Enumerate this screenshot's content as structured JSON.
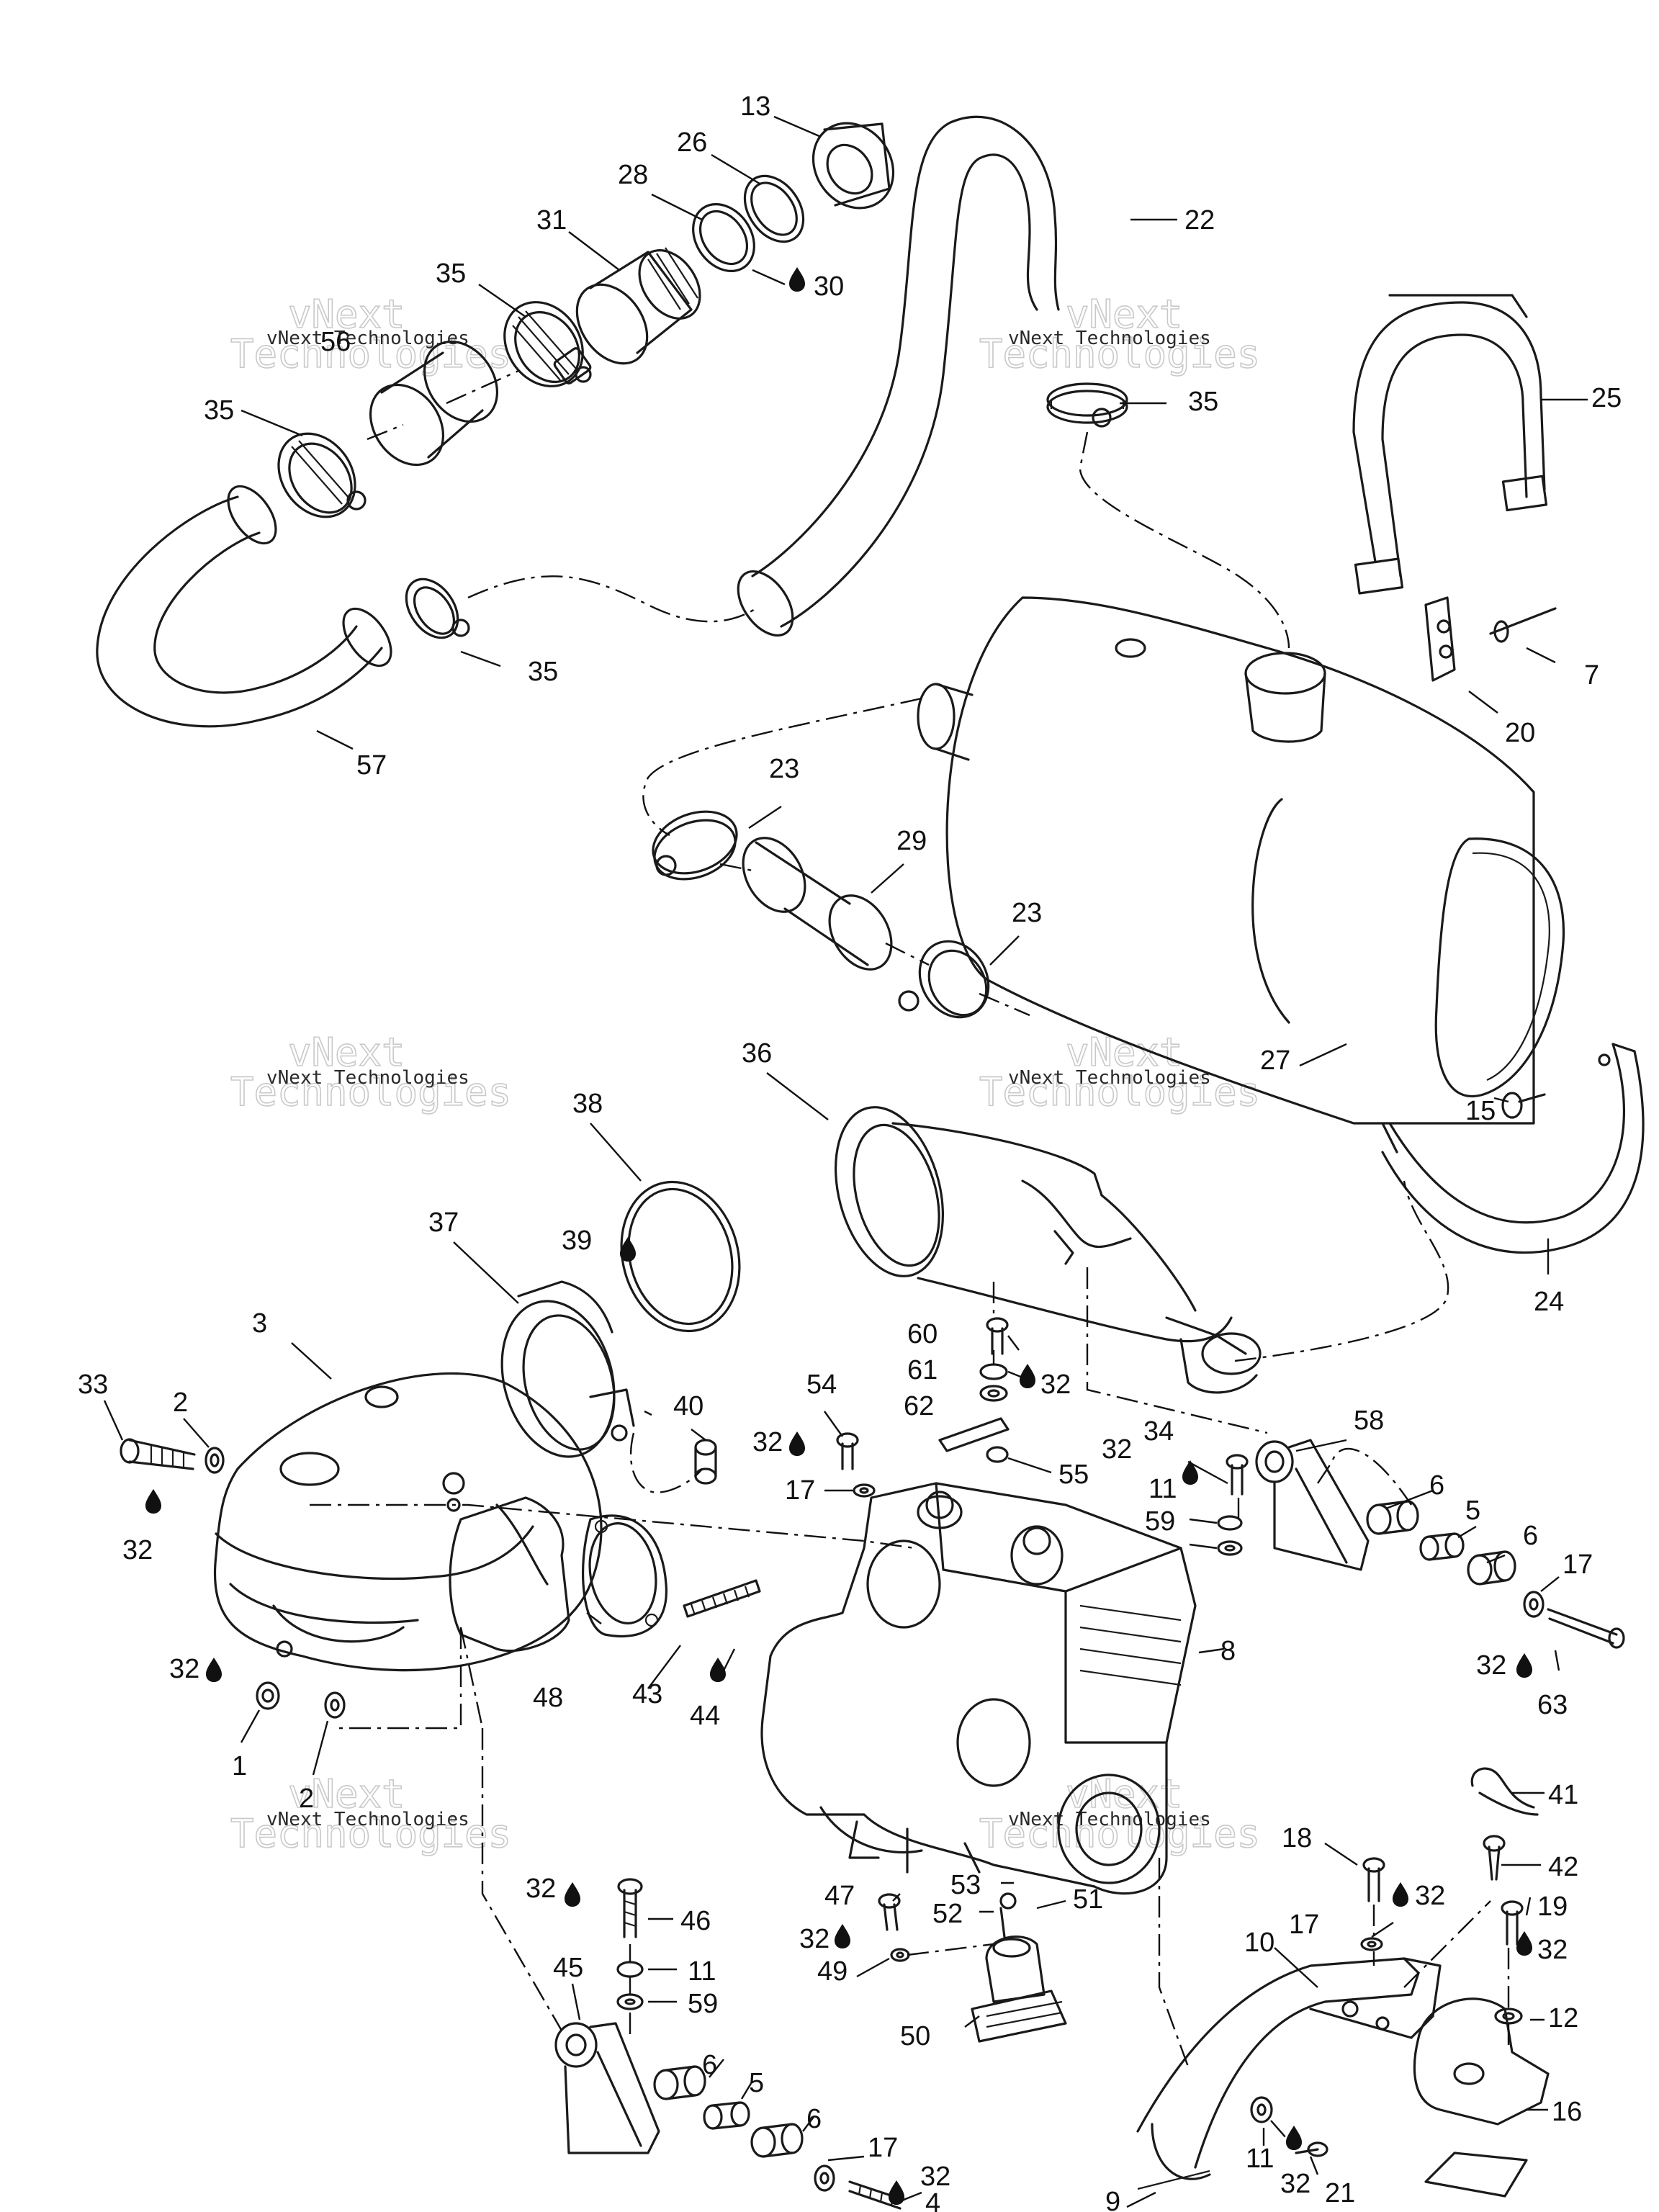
{
  "watermark": {
    "brand_line1": "vNext",
    "brand_line2": "Technologies",
    "small": "vNext Technologies"
  },
  "callouts": {
    "c1": "1",
    "c2a": "2",
    "c2b": "2",
    "c3": "3",
    "c4": "4",
    "c5a": "5",
    "c5b": "5",
    "c6a": "6",
    "c6b": "6",
    "c6c": "6",
    "c6d": "6",
    "c7": "7",
    "c8": "8",
    "c9": "9",
    "c10": "10",
    "c11a": "11",
    "c11b": "11",
    "c11c": "11",
    "c12": "12",
    "c13": "13",
    "c15": "15",
    "c16": "16",
    "c17a": "17",
    "c17b": "17",
    "c17c": "17",
    "c17d": "17",
    "c18": "18",
    "c19": "19",
    "c20": "20",
    "c21": "21",
    "c22": "22",
    "c23a": "23",
    "c23b": "23",
    "c24": "24",
    "c25": "25",
    "c26": "26",
    "c27": "27",
    "c28": "28",
    "c29": "29",
    "c30": "30",
    "c31": "31",
    "c32a": "32",
    "c32b": "32",
    "c32c": "32",
    "c32d": "32",
    "c32e": "32",
    "c32f": "32",
    "c32g": "32",
    "c32h": "32",
    "c32i": "32",
    "c32j": "32",
    "c32k": "32",
    "c32l": "32",
    "c33": "33",
    "c34": "34",
    "c35a": "35",
    "c35b": "35",
    "c35c": "35",
    "c35d": "35",
    "c36": "36",
    "c37": "37",
    "c38": "38",
    "c39": "39",
    "c40": "40",
    "c41": "41",
    "c42": "42",
    "c43": "43",
    "c44": "44",
    "c45": "45",
    "c46": "46",
    "c47": "47",
    "c48": "48",
    "c49": "49",
    "c50": "50",
    "c51": "51",
    "c52": "52",
    "c53": "53",
    "c54": "54",
    "c55": "55",
    "c56": "56",
    "c57": "57",
    "c58": "58",
    "c59a": "59",
    "c59b": "59",
    "c60": "60",
    "c61": "61",
    "c62": "62",
    "c63": "63"
  }
}
